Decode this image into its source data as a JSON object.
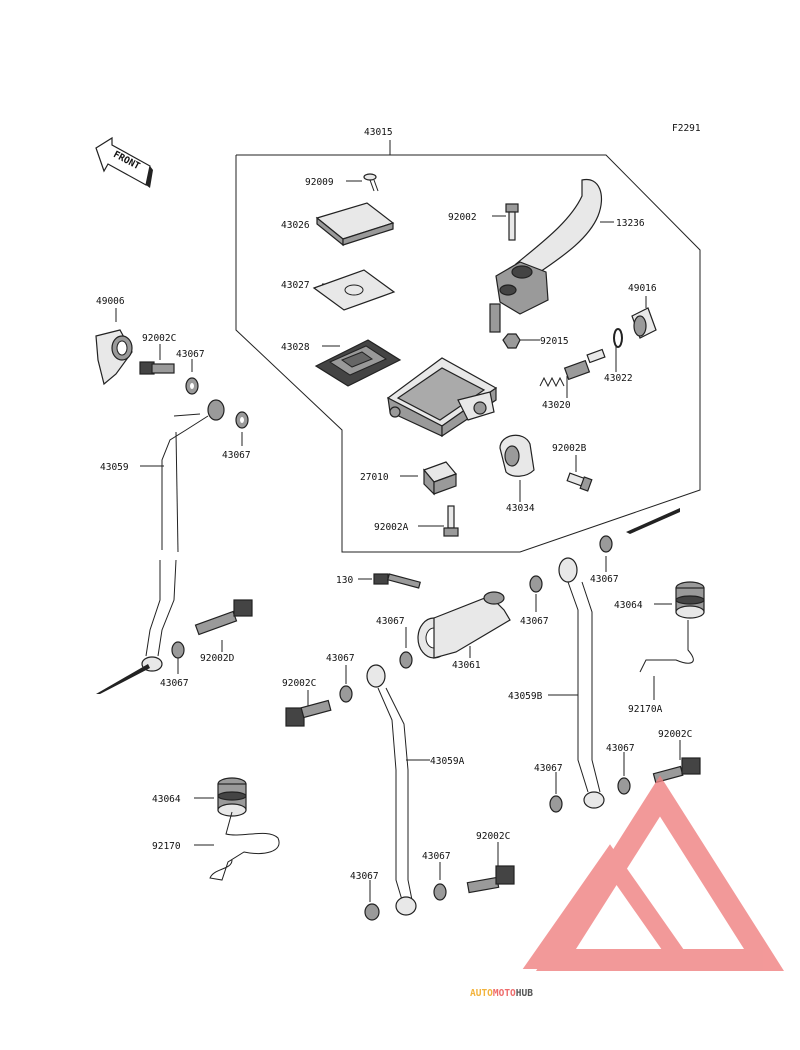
{
  "figure_code": "F2291",
  "front_label": "FRONT",
  "watermark": {
    "auto": "AUTO",
    "moto": "MOTO",
    "hub": "HUB",
    "colors": {
      "auto": "#f2b33d",
      "moto": "#ee6b6b",
      "hub": "#555555",
      "logo": "#f08080"
    }
  },
  "labels": {
    "l43015": "43015",
    "l92009": "92009",
    "l43026": "43026",
    "l43027": "43027",
    "l43028": "43028",
    "l92002": "92002",
    "l13236": "13236",
    "l49016": "49016",
    "l92015": "92015",
    "l43022": "43022",
    "l43020": "43020",
    "l92002B": "92002B",
    "l27010": "27010",
    "l43034": "43034",
    "l92002A": "92002A",
    "l49006": "49006",
    "l92002C_a": "92002C",
    "l43067_a": "43067",
    "l43067_b": "43067",
    "l43059": "43059",
    "l43067_c": "43067",
    "l92002D": "92002D",
    "l130": "130",
    "l43067_d": "43067",
    "l43061": "43061",
    "l43067_e": "43067",
    "l43067_f": "43067",
    "l43064_a": "43064",
    "l92170A": "92170A",
    "l43059B": "43059B",
    "l92002C_b": "92002C",
    "l43067_g": "43067",
    "l92002C_c": "92002C",
    "l43059A": "43059A",
    "l43067_h": "43067",
    "l43067_i": "43067",
    "l43064_b": "43064",
    "l92170": "92170",
    "l43067_j": "43067",
    "l43067_k": "43067",
    "l92002C_d": "92002C"
  }
}
